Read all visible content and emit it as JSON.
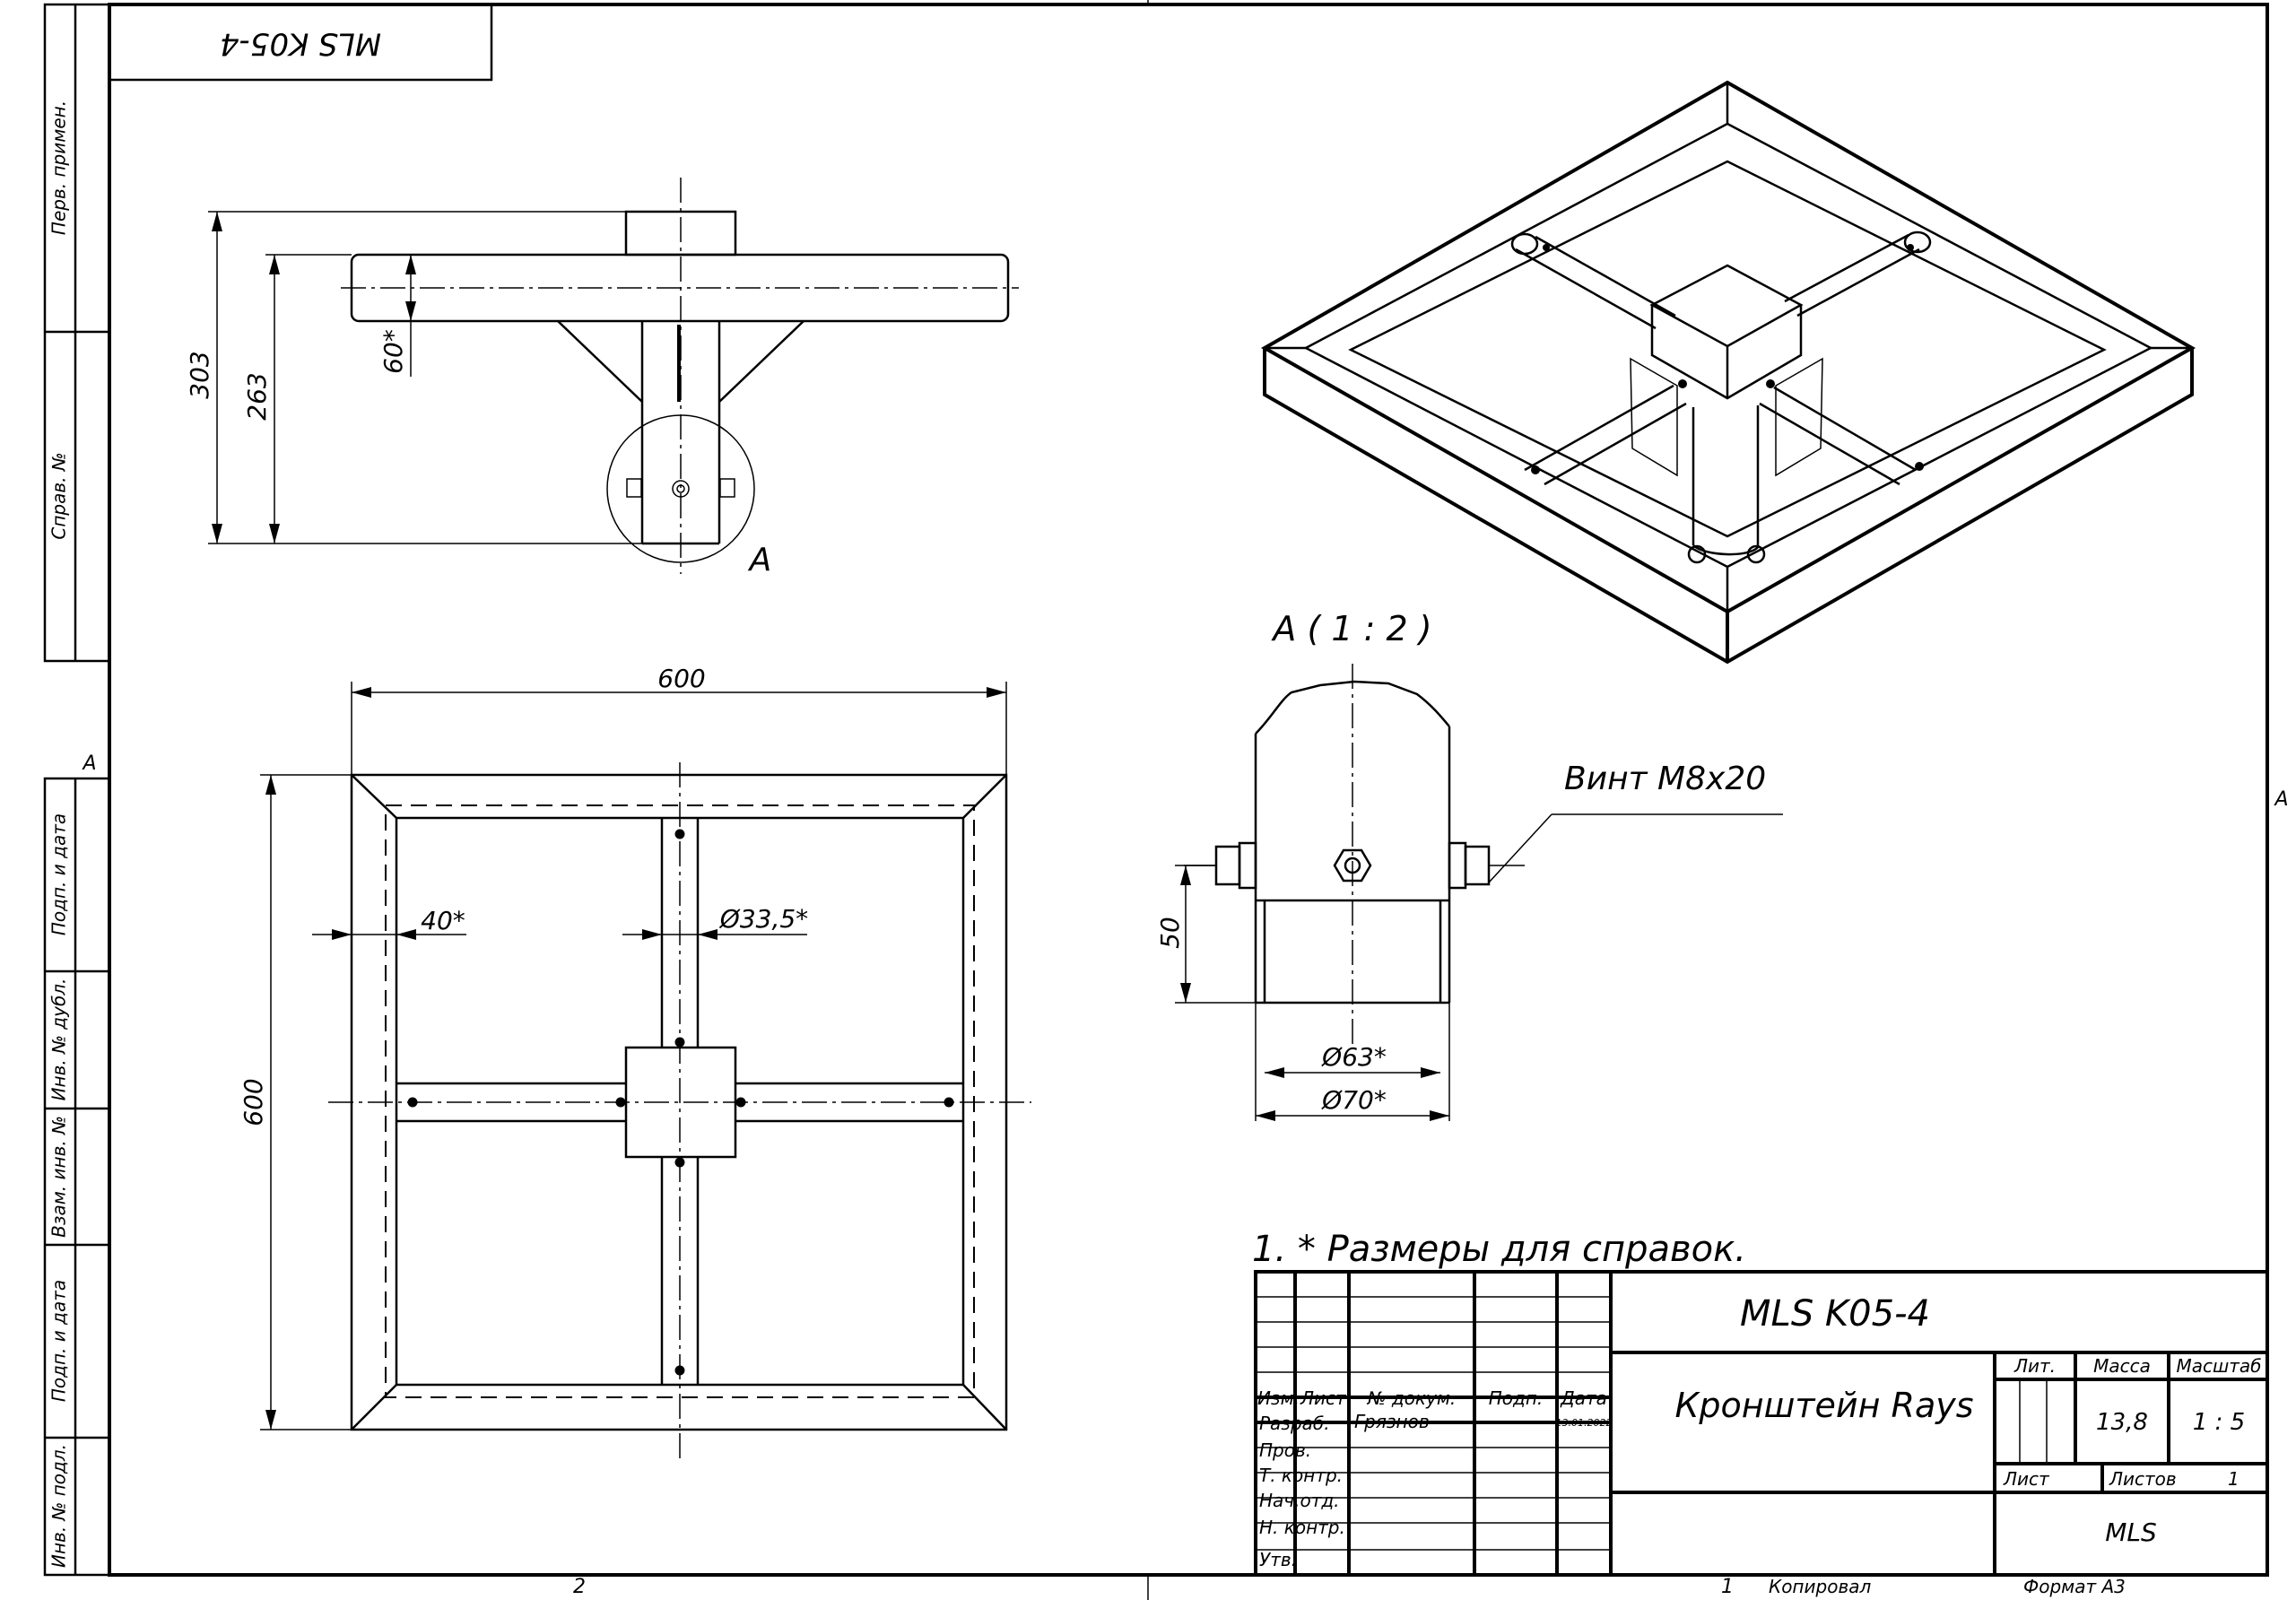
{
  "drawing": {
    "code_mirrored": "MLS K05-4",
    "note": "1. * Размеры для справок.",
    "detail_title": "А ( 1 : 2 )",
    "detail_marker": "А",
    "callout_screw": "Винт М8х20",
    "zone_left": "А",
    "zone_right": "А",
    "bottom_zone_2": "2",
    "bottom_zone_1": "1"
  },
  "dimensions": {
    "front_total_height": "303",
    "front_tube_height": "263",
    "front_tube_diameter": "60*",
    "top_width": "600",
    "top_height": "600",
    "top_profile": "40*",
    "top_tube_diameter": "Ø33,5*",
    "detail_height": "50",
    "detail_inner_diameter": "Ø63*",
    "detail_outer_diameter": "Ø70*"
  },
  "side_margin": {
    "perv_primen": "Перв. примен.",
    "sprav_no": "Справ. №",
    "podp_data_1": "Подп. и дата",
    "inv_dubl": "Инв. № дубл.",
    "vzam_inv": "Взам. инв. №",
    "podp_data_2": "Подп. и дата",
    "inv_podl": "Инв. № подл."
  },
  "title_block": {
    "designation": "MLS K05-4",
    "name": "Кронштейн Rays",
    "col_izm": "Изм.",
    "col_list": "Лист",
    "col_doc": "№ докум.",
    "col_podp": "Подп.",
    "col_data": "Дата",
    "row_razrab": "Разраб.",
    "razrab_name": "Грязнов",
    "razrab_date": "13.01.2022",
    "row_prov": "Пров.",
    "row_tkontr": "Т. контр.",
    "row_nachotd": "Нач.отд.",
    "row_nkontr": "Н. контр.",
    "row_utv": "Утв.",
    "lit_label": "Лит.",
    "mass_label": "Масса",
    "scale_label": "Масштаб",
    "mass_value": "13,8",
    "scale_value": "1 : 5",
    "sheet_label": "Лист",
    "sheets_label": "Листов",
    "sheets_value": "1",
    "organization": "MLS",
    "copied": "Копировал",
    "format": "Формат А3"
  }
}
